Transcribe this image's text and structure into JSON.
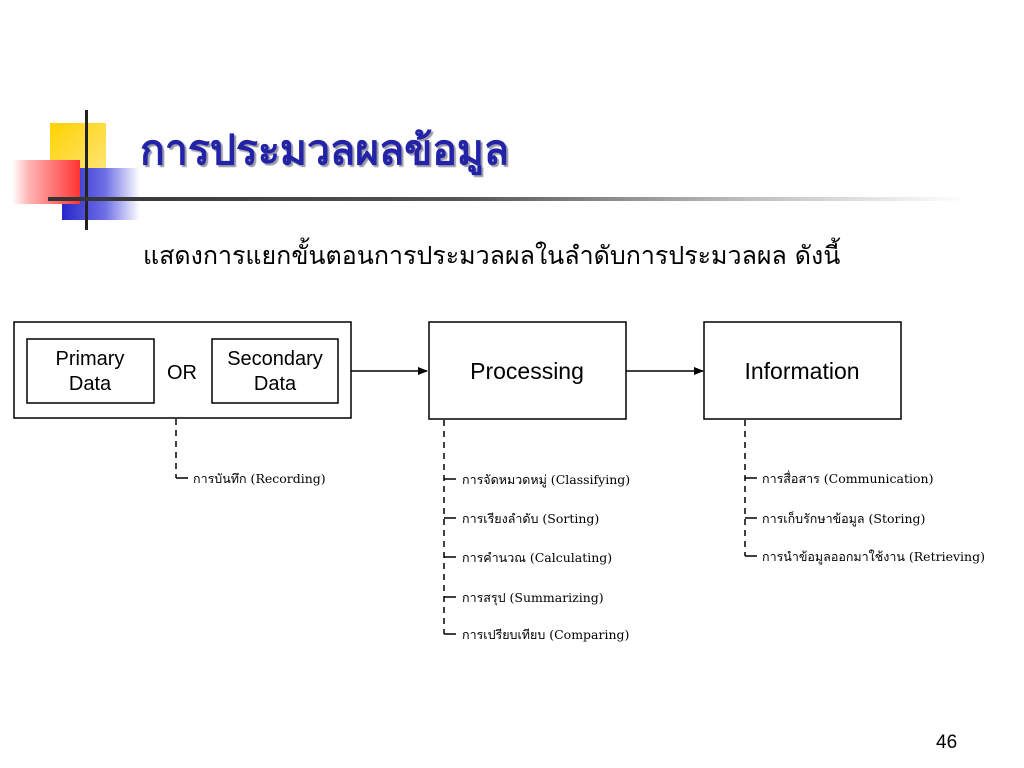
{
  "slide": {
    "title": "การประมวลผลข้อมูล",
    "subtitle": "แสดงการแยกขั้นตอนการประมวลผลในลำดับการประมวลผล ดังนี้",
    "page_number": "46"
  },
  "diagram": {
    "input_box": {
      "primary": [
        "Primary",
        "Data"
      ],
      "or_label": "OR",
      "secondary": [
        "Secondary",
        "Data"
      ]
    },
    "processing_label": "Processing",
    "information_label": "Information",
    "input_steps": [
      "การบันทึก (Recording)"
    ],
    "processing_steps": [
      "การจัดหมวดหมู่ (Classifying)",
      "การเรียงลำดับ (Sorting)",
      "การคำนวณ (Calculating)",
      "การสรุป (Summarizing)",
      "การเปรียบเทียบ (Comparing)"
    ],
    "information_steps": [
      "การสื่อสาร (Communication)",
      "การเก็บรักษาข้อมูล (Storing)",
      "การนำข้อมูลออกมาใช้งาน (Retrieving)"
    ]
  },
  "colors": {
    "title": "#2323a8",
    "deco_yellow": "#ffd200",
    "deco_blue": "#2727c9",
    "deco_red": "#ff3333"
  }
}
